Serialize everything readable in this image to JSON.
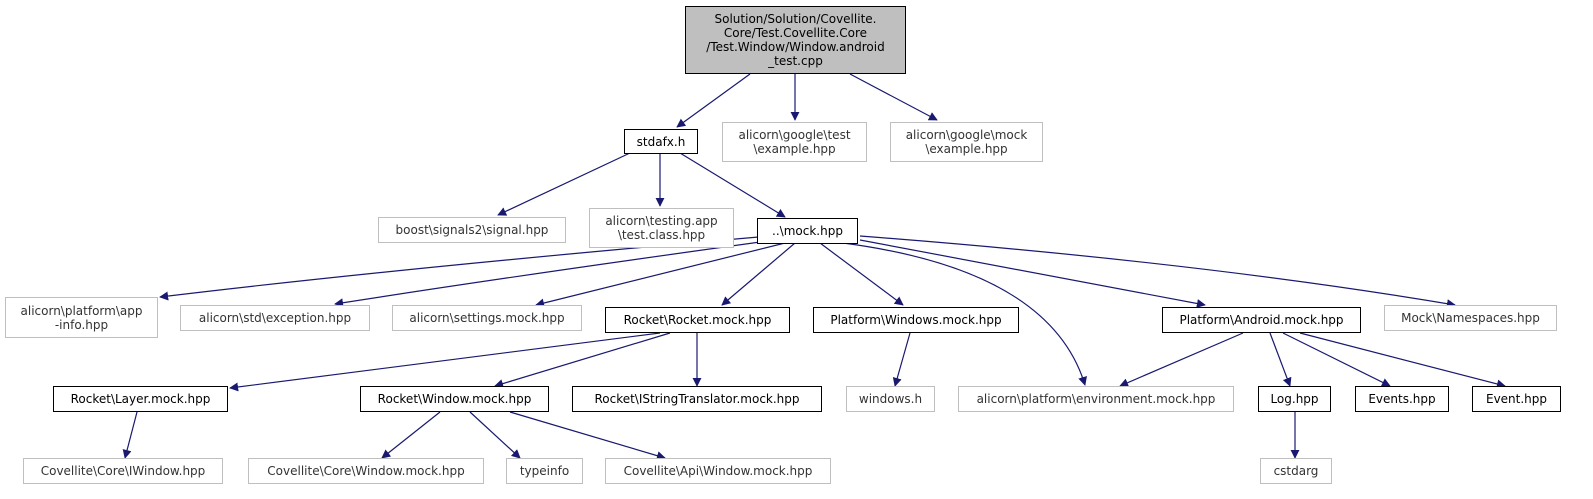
{
  "nodes": {
    "root": "Solution/Solution/Covellite.\nCore/Test.Covellite.Core\n/Test.Window/Window.android\n_test.cpp",
    "stdafx": "stdafx.h",
    "google_test": "alicorn\\google\\test\n\\example.hpp",
    "google_mock": "alicorn\\google\\mock\n\\example.hpp",
    "boost_signal": "boost\\signals2\\signal.hpp",
    "testing_app": "alicorn\\testing.app\n\\test.class.hpp",
    "mock": "..\\mock.hpp",
    "platform_app": "alicorn\\platform\\app\n-info.hpp",
    "std_exception": "alicorn\\std\\exception.hpp",
    "settings_mock": "alicorn\\settings.mock.hpp",
    "rocket_mock": "Rocket\\Rocket.mock.hpp",
    "platform_windows": "Platform\\Windows.mock.hpp",
    "platform_android": "Platform\\Android.mock.hpp",
    "mock_namespaces": "Mock\\Namespaces.hpp",
    "rocket_layer": "Rocket\\Layer.mock.hpp",
    "rocket_window": "Rocket\\Window.mock.hpp",
    "rocket_istring": "Rocket\\IStringTranslator.mock.hpp",
    "windows_h": "windows.h",
    "environment_mock": "alicorn\\platform\\environment.mock.hpp",
    "log": "Log.hpp",
    "events": "Events.hpp",
    "event": "Event.hpp",
    "iwindow": "Covellite\\Core\\IWindow.hpp",
    "core_window_mock": "Covellite\\Core\\Window.mock.hpp",
    "typeinfo": "typeinfo",
    "api_window_mock": "Covellite\\Api\\Window.mock.hpp",
    "cstdarg": "cstdarg"
  }
}
